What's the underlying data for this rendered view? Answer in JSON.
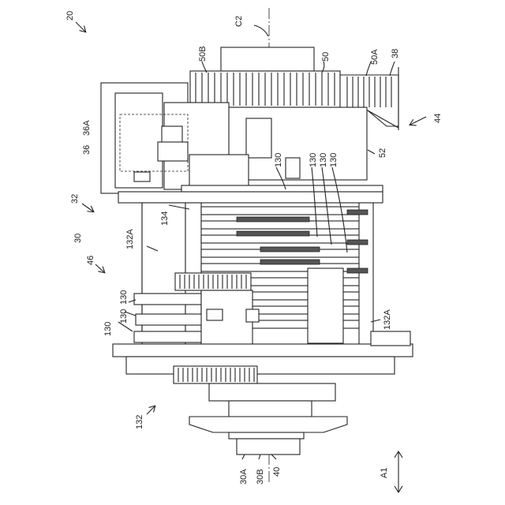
{
  "figure": {
    "labels": {
      "l20": "20",
      "lC2": "C2",
      "l50B": "50B",
      "l50": "50",
      "l50A": "50A",
      "l38": "38",
      "l44": "44",
      "l36A": "36A",
      "l36": "36",
      "l52": "52",
      "l130_top_a": "130",
      "l130_top_b": "130",
      "l130_top_c": "130",
      "l130_top_d": "130",
      "l32": "32",
      "l134": "134",
      "l132A_left": "132A",
      "l30": "30",
      "l46": "46",
      "l130_left_a": "130",
      "l130_left_b": "130",
      "l130_left_c": "130",
      "l132A_right": "132A",
      "l132": "132",
      "l30A": "30A",
      "l30B": "30B",
      "l40": "40",
      "lA1": "A1"
    }
  }
}
